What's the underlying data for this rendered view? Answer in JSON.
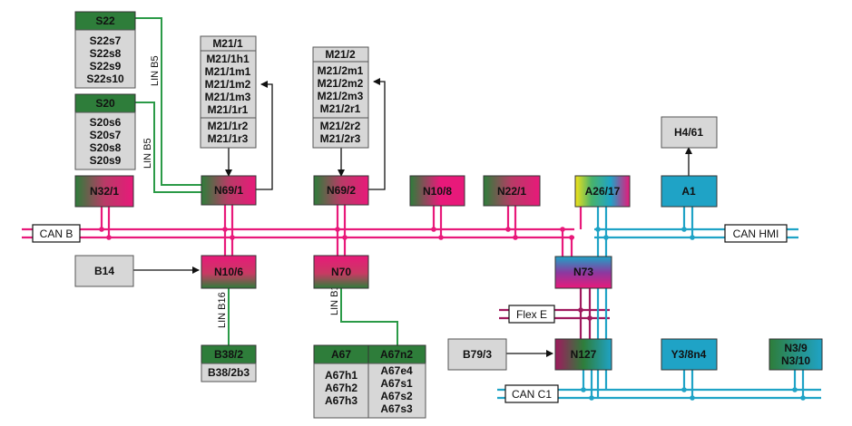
{
  "colors": {
    "can_b": "#e8197a",
    "can_hmi": "#1fa3c6",
    "can_c1": "#1fa3c6",
    "flex_e": "#a0195e",
    "lin": "#2b9a47",
    "node_green": "#2e7d3a",
    "node_pink": "#e8197a",
    "node_blue": "#1fa3c6",
    "grey_box": "#d7d7d7"
  },
  "buses": {
    "can_b": "CAN B",
    "can_hmi": "CAN HMI",
    "flex_e": "Flex E",
    "can_c1": "CAN C1"
  },
  "lin": {
    "lin_b5_top": "LIN B5",
    "lin_b5_lower": "LIN B5",
    "lin_b16": "LIN B16",
    "lin_b13": "LIN B13"
  },
  "nodes": {
    "n32_1": "N32/1",
    "n69_1": "N69/1",
    "n69_2": "N69/2",
    "n10_8": "N10/8",
    "n22_1": "N22/1",
    "a26_17": "A26/17",
    "a1": "A1",
    "n10_6": "N10/6",
    "n70": "N70",
    "n73": "N73",
    "n127": "N127",
    "y3_8n4": "Y3/8n4",
    "n3_9": "N3/9",
    "n3_10": "N3/10",
    "b14": "B14",
    "b79_3": "B79/3",
    "h4_61": "H4/61"
  },
  "s22": {
    "header": "S22",
    "items": [
      "S22s7",
      "S22s8",
      "S22s9",
      "S22s10"
    ]
  },
  "s20": {
    "header": "S20",
    "items": [
      "S20s6",
      "S20s7",
      "S20s8",
      "S20s9"
    ]
  },
  "m21_1": {
    "header": "M21/1",
    "group1": [
      "M21/1h1",
      "M21/1m1",
      "M21/1m2",
      "M21/1m3",
      "M21/1r1"
    ],
    "group2": [
      "M21/1r2",
      "M21/1r3"
    ]
  },
  "m21_2": {
    "header": "M21/2",
    "group1": [
      "M21/2m1",
      "M21/2m2",
      "M21/2m3",
      "M21/2r1"
    ],
    "group2": [
      "M21/2r2",
      "M21/2r3"
    ]
  },
  "b38_2": {
    "header": "B38/2",
    "items": [
      "B38/2b3"
    ]
  },
  "a67": {
    "header": "A67",
    "items": [
      "A67h1",
      "A67h2",
      "A67h3"
    ]
  },
  "a67n2": {
    "header": "A67n2",
    "items": [
      "A67e4",
      "A67s1",
      "A67s2",
      "A67s3"
    ]
  }
}
